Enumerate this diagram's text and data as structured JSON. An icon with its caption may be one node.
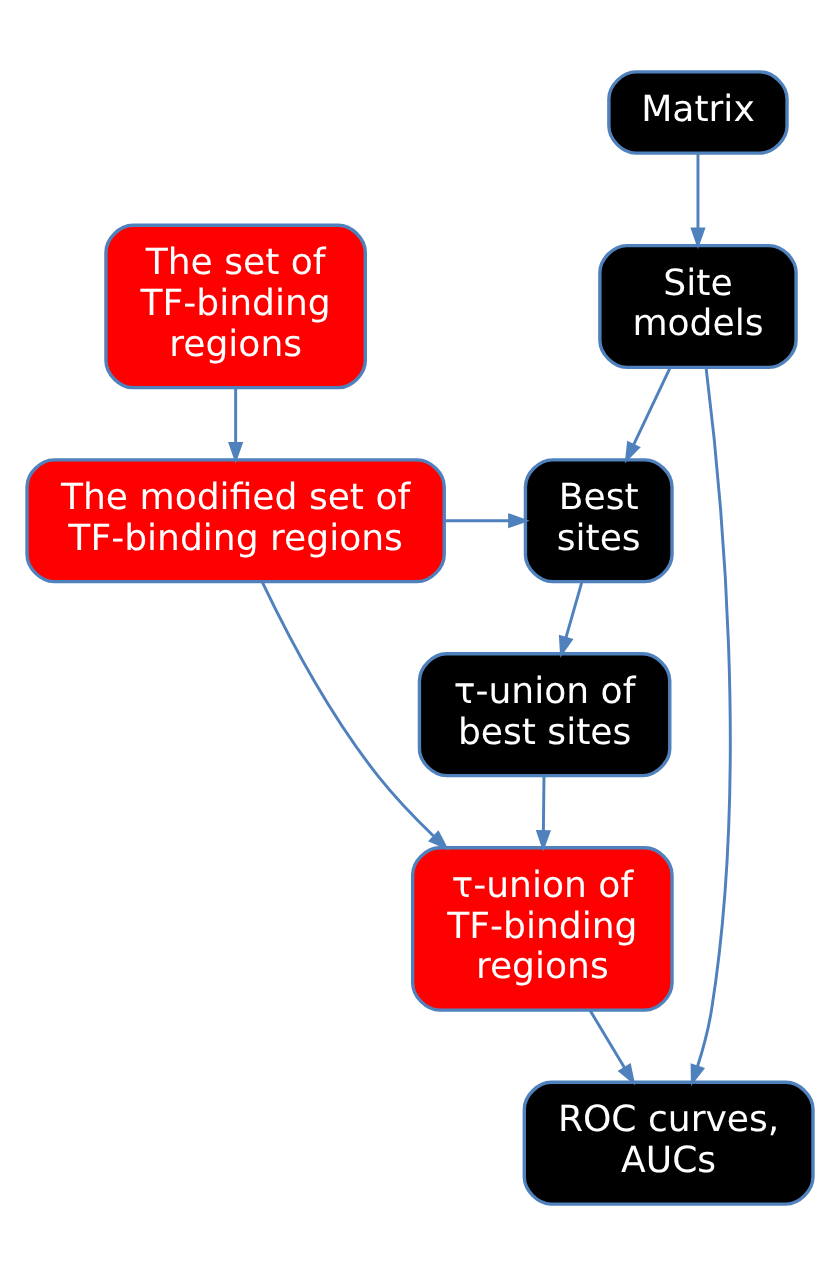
{
  "diagram": {
    "nodes": [
      {
        "text": [
          "Matrix"
        ]
      },
      {
        "text": [
          "Site models"
        ]
      },
      {
        "text": [
          "The set of TF-binding regions"
        ]
      },
      {
        "text": [
          "Best sites"
        ]
      },
      {
        "text": [
          "The modified set of TF-binding regions"
        ]
      },
      {
        "text": [
          "τ-union of best sites"
        ]
      },
      {
        "text": [
          "τ-union of TF-binding regions"
        ]
      },
      {
        "text": [
          "ROC curves, AUCs"
        ]
      }
    ],
    "edges": [
      {
        "from": 0,
        "to": 1,
        "arrow": "to"
      },
      {
        "from": 1,
        "to": 3,
        "arrow": "to"
      },
      {
        "from": 2,
        "to": 4,
        "arrow": "to"
      },
      {
        "from": 4,
        "to": 3,
        "arrow": "to"
      },
      {
        "from": 3,
        "to": 5,
        "arrow": "to"
      },
      {
        "from": 4,
        "to": 6,
        "arrow": "to"
      },
      {
        "from": 5,
        "to": 6,
        "arrow": "to"
      },
      {
        "from": 6,
        "to": 7,
        "arrow": "to"
      },
      {
        "from": 1,
        "to": 7,
        "arrow": "to"
      }
    ]
  }
}
